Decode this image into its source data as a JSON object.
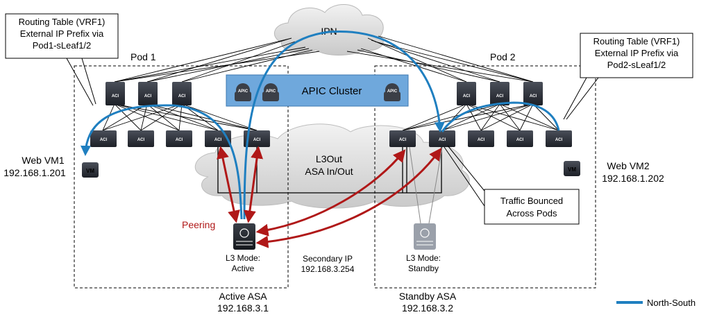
{
  "cloud_ipn": {
    "label": "IPN"
  },
  "apic_cluster": {
    "label": "APIC Cluster",
    "device_tag": "APIC"
  },
  "pods": [
    {
      "label": "Pod 1"
    },
    {
      "label": "Pod 2"
    }
  ],
  "routing_tables": [
    {
      "line1": "Routing Table (VRF1)",
      "line2": "External IP Prefix via",
      "line3": "Pod1-sLeaf1/2"
    },
    {
      "line1": "Routing Table (VRF1)",
      "line2": "External IP Prefix via",
      "line3": "Pod2-sLeaf1/2"
    }
  ],
  "l3out": {
    "line1": "L3Out",
    "line2": "ASA In/Out"
  },
  "switch_tag": "ACI",
  "vm_tag": "VM",
  "web_vm1": {
    "name": "Web VM1",
    "ip": "192.168.1.201"
  },
  "web_vm2": {
    "name": "Web VM2",
    "ip": "192.168.1.202"
  },
  "peering": "Peering",
  "active_fw": {
    "mode_line1": "L3 Mode:",
    "mode_line2": "Active",
    "name": "Active ASA",
    "ip": "192.168.3.1"
  },
  "standby_fw": {
    "mode_line1": "L3 Mode:",
    "mode_line2": "Standby",
    "name": "Standby ASA",
    "ip": "192.168.3.2"
  },
  "secondary_ip": {
    "label": "Secondary IP",
    "ip": "192.168.3.254"
  },
  "bounce_note": {
    "line1": "Traffic Bounced",
    "line2": "Across Pods"
  },
  "legend": {
    "label": "North-South",
    "color": "#1f7fc0"
  },
  "colors": {
    "flow_blue": "#1f7fc0",
    "peering_red": "#b01818",
    "device_dark": "#2a2e36",
    "apic_box": "#6fa8dc"
  }
}
